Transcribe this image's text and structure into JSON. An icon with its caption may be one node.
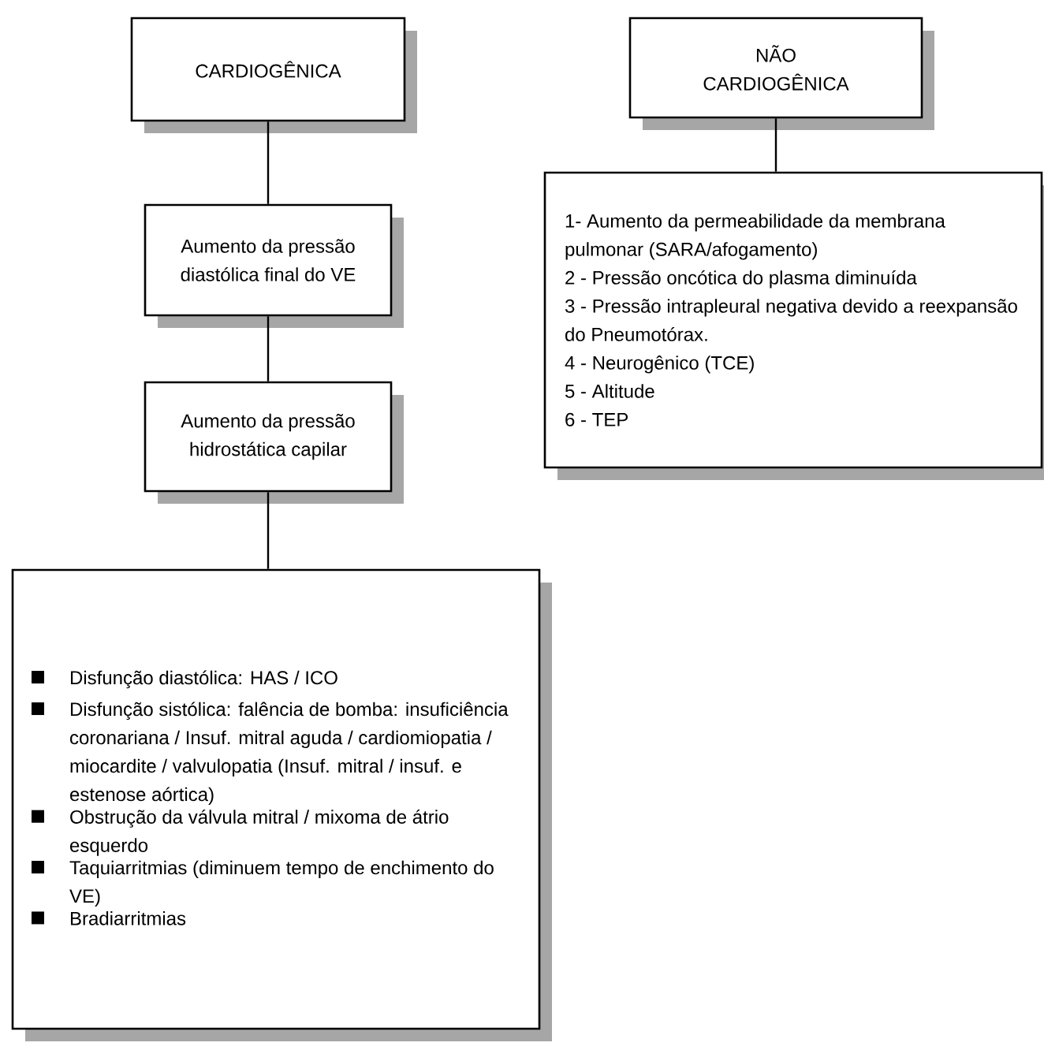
{
  "diagram": {
    "nodes": [
      {
        "text": [
          "CARDIOGÊNICA"
        ]
      },
      {
        "text": [
          "Aumento da pressão diastólica final do VE"
        ]
      },
      {
        "text": [
          "Aumento da pressão hidrostática capilar"
        ]
      },
      {
        "text": [
          "Disfunção diastólica: HAS / ICO",
          "Disfunção sistólica: falência de bomba: insuficiência coronariana / Insuf. mitral aguda / cardiomiopatia / miocardite / valvulopatia (Insuf. mitral / insuf. e estenose aórtica)",
          "Obstrução da válvula mitral / mixoma de átrio esquerdo",
          "Taquiarritmias (diminuem tempo de enchimento do VE)",
          "Bradiarritmias"
        ]
      },
      {
        "text": [
          "NÃO CARDIOGÊNICA"
        ]
      },
      {
        "text": [
          "1- Aumento da permeabilidade da membrana pulmonar (SARA/afogamento)",
          "2 - Pressão oncótica do plasma diminuída",
          "3 - Pressão intrapleural negativa devido a reexpansão do Pneumotórax.",
          "4 - Neurogênico (TCE)",
          "5 - Altitude",
          "6 - TEP"
        ]
      }
    ],
    "edges": [
      {
        "from": 0,
        "to": 1,
        "arrow": "none"
      },
      {
        "from": 1,
        "to": 2,
        "arrow": "none"
      },
      {
        "from": 2,
        "to": 3,
        "arrow": "none"
      },
      {
        "from": 4,
        "to": 5,
        "arrow": "none"
      }
    ]
  }
}
